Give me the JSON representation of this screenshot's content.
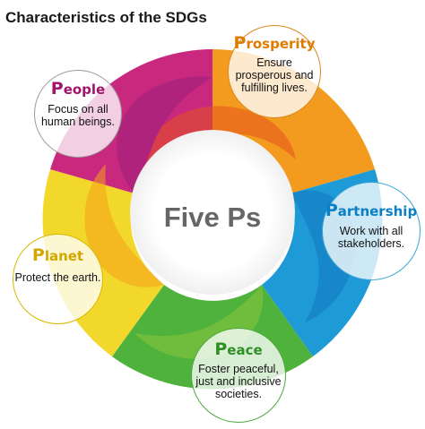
{
  "title": "Characteristics of the SDGs",
  "center_label": "Five Ps",
  "colors": {
    "people": "#c8287e",
    "prosperity": "#f39b1e",
    "partnership": "#1e9ad6",
    "peace": "#4fb23c",
    "planet": "#f2d82a"
  },
  "items": [
    {
      "key": "people",
      "initial": "P",
      "rest": "eople",
      "description": "Focus on all human beings."
    },
    {
      "key": "prosperity",
      "initial": "P",
      "rest": "rosperity",
      "description": "Ensure prosperous and fulfilling lives."
    },
    {
      "key": "partnership",
      "initial": "P",
      "rest": "artnership",
      "description": "Work with all stakeholders."
    },
    {
      "key": "planet",
      "initial": "P",
      "rest": "lanet",
      "description": "Protect the earth."
    },
    {
      "key": "peace",
      "initial": "P",
      "rest": "eace",
      "description": "Foster peaceful, just and inclusive societies."
    }
  ]
}
